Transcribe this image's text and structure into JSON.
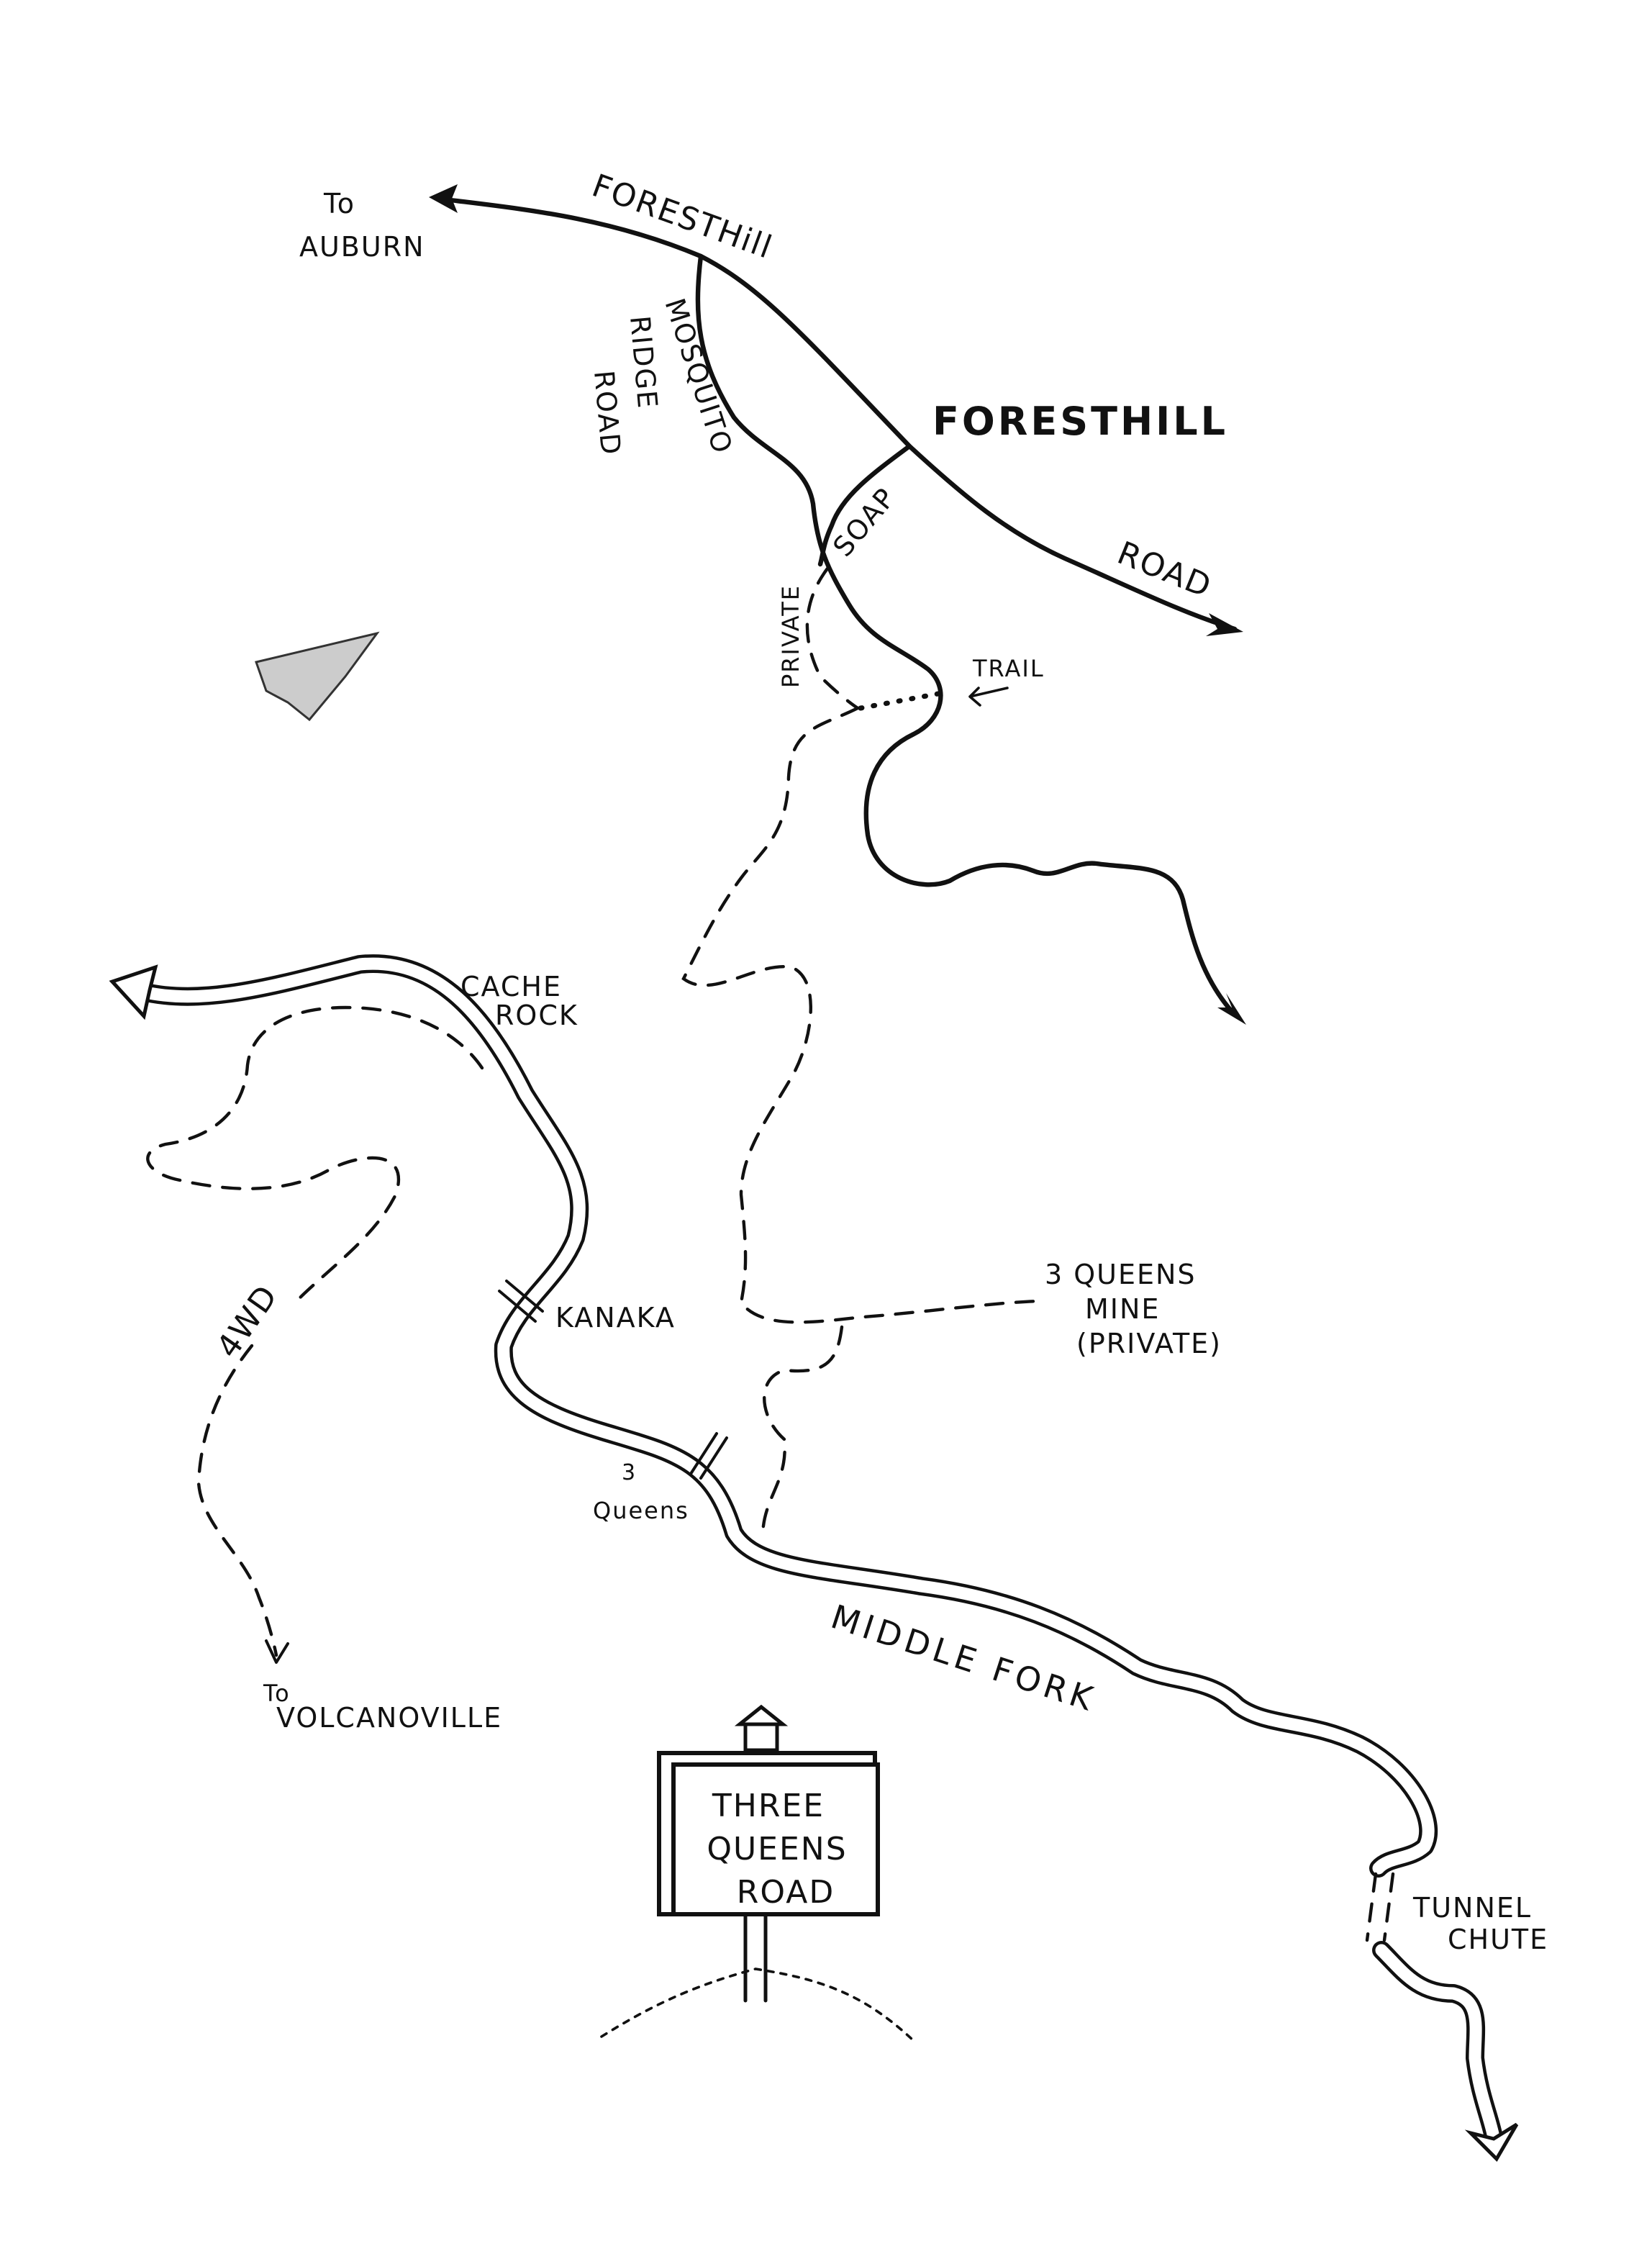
{
  "map": {
    "labels": {
      "to_auburn_1": "To",
      "to_auburn_2": "AUBURN",
      "foresthill_road_upper": "FORESTHill",
      "foresthill_town": "FORESTHILL",
      "road": "ROAD",
      "mosquito_1": "MOSQUITO",
      "mosquito_2": "RIDGE",
      "mosquito_3": "ROAD",
      "soap": "SOAP",
      "private": "PRIVATE",
      "trail": "TRAIL",
      "cache_1": "CACHE",
      "cache_2": "ROCK",
      "kanaka": "KANAKA",
      "mine_1": "3 QUEENS",
      "mine_2": "MINE",
      "mine_3": "(PRIVATE)",
      "queens_1": "3",
      "queens_2": "Queens",
      "fourwd": "4WD",
      "volcano_1": "To",
      "volcano_2": "VOLCANOVILLE",
      "middle_fork": "MIDDLE FORK",
      "tunnel_1": "TUNNEL",
      "tunnel_2": "CHUTE"
    },
    "sign": {
      "line1": "THREE",
      "line2": "QUEENS",
      "line3": "ROAD"
    }
  }
}
